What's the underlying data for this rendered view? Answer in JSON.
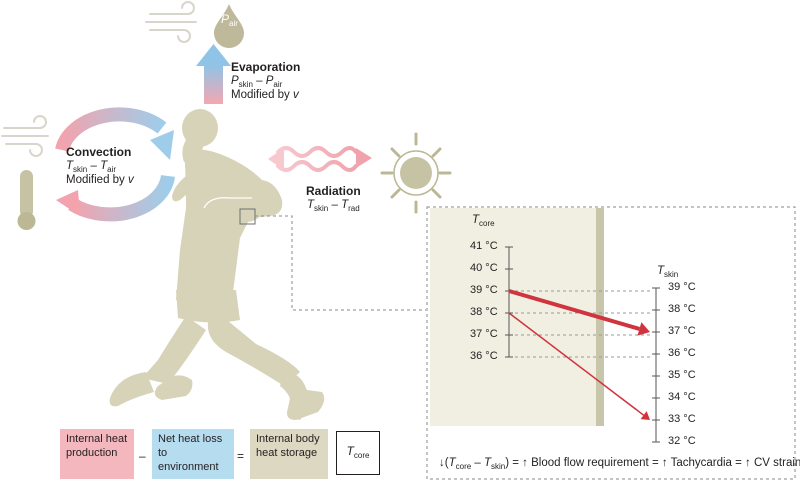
{
  "evaporation": {
    "title": "Evaporation",
    "formula_a": "P",
    "formula_a_sub": "skin",
    "formula_minus": " – ",
    "formula_b": "P",
    "formula_b_sub": "air",
    "note": "Modified by ",
    "note_var": "v",
    "droplet_var": "P",
    "droplet_sub": "air"
  },
  "convection": {
    "title": "Convection",
    "formula_a": "T",
    "formula_a_sub": "skin",
    "formula_minus": " – ",
    "formula_b": "T",
    "formula_b_sub": "air",
    "note": "Modified by ",
    "note_var": "v"
  },
  "radiation": {
    "title": "Radiation",
    "formula_a": "T",
    "formula_a_sub": "skin",
    "formula_minus": " – ",
    "formula_b": "T",
    "formula_b_sub": "rad"
  },
  "core_axis": {
    "label": "T",
    "label_sub": "core",
    "ticks": [
      "41 °C",
      "40 °C",
      "39 °C",
      "38 °C",
      "37 °C",
      "36 °C"
    ]
  },
  "skin_axis": {
    "label": "T",
    "label_sub": "skin",
    "ticks": [
      "39 °C",
      "38 °C",
      "37 °C",
      "36 °C",
      "35 °C",
      "34 °C",
      "33 °C",
      "32 °C"
    ]
  },
  "gradient_arrows": [
    {
      "from_core": 39,
      "to_skin": 37,
      "thickness": "thick"
    },
    {
      "from_core": 38,
      "to_skin": 33,
      "thickness": "thin"
    }
  ],
  "bottom_caption": {
    "arrow_down": "↓(",
    "t1": "T",
    "t1_sub": "core",
    "minus": " – ",
    "t2": "T",
    "t2_sub": "skin",
    "rest": ") = ↑ Blood flow requirement = ↑ Tachycardia = ↑ CV strain"
  },
  "equation": {
    "box1": "Internal heat production",
    "op1": "–",
    "box2": "Net heat loss to environment",
    "op2": "=",
    "box3": "Internal body heat storage",
    "result_var": "T",
    "result_sub": "core"
  },
  "colors": {
    "pink": "#f4b7bd",
    "blue": "#b6dcef",
    "tan": "#dcd8c2",
    "figure": "#d6d3b8",
    "red_arrow": "#d0343e",
    "thermometer": "#bcb895"
  }
}
